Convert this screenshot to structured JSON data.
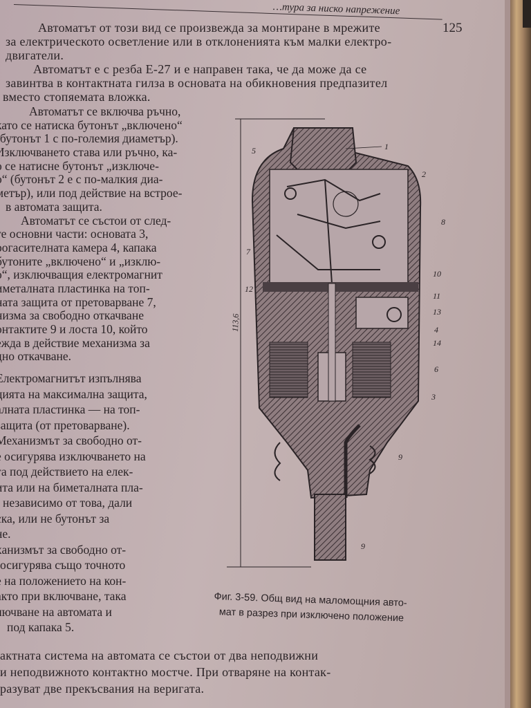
{
  "header": {
    "running_title": "…тура за ниско напрежение",
    "page_number": "125"
  },
  "top_lines": [
    "Автоматът от този вид се произвежда за монтиране в мрежите",
    "за електрическото осветление или в отклоненията към малки електро-",
    "двигатели.",
    "Автоматът е с резба Е-27 и е направен така, че да може да се",
    "завинтва в контактната гилза в основата на обикновения предпазител",
    "вместо стопяемата вложка."
  ],
  "column_lines_a": [
    "Автоматът се включва ръчно,",
    "като се натиска бутонът „включено“",
    "(бутонът 1 с по-големия диаметър).",
    "Изключването става или ръчно, ка-",
    "о се натисне бутонът „изключе-",
    "о“ (бутонът 2 е с по-малкия диа-",
    "метър), или под действие на встрое-",
    "в автомата защита.",
    "Автоматът се състои от след-",
    "те основни части: основата 3,",
    "рогасителната камера 4, капака",
    "бутоните „включено“ и „изклю-",
    "о“, изключващия електромагнит",
    "иметалната пластинка на топ-",
    "ната защита от претоварване 7,",
    "низма за свободно откачване",
    "онтактите 9 и лоста 10, който",
    "ежда в действие механизма за",
    "дно откачване."
  ],
  "column_lines_b": [
    "Електромагнитът изпълнява",
    "цията на максимална защита,",
    "алната пластинка — на топ-",
    "защита (от претоварване).",
    "Механизмът за свободно от-",
    "е осигурява изключването на",
    "та под действието на елек-",
    "ита или на биметалната пла-",
    "независимо от това, дали",
    "ска, или не бутонът за",
    "не.",
    "ханизмът за свободно от-",
    "осигурява също точното",
    "е на положението на кон-",
    "акто при включване, така",
    "лючване на автомата и",
    "под капака 5."
  ],
  "bottom_lines": [
    "актната система на автомата се състои от два неподвижни",
    "и неподвижното контактно мостче. При отваряне на контак-",
    "разуват две прекъсвания на веригата."
  ],
  "figure": {
    "dimension_label": "113,6",
    "labels": [
      "1",
      "2",
      "3",
      "4",
      "5",
      "6",
      "7",
      "8",
      "9",
      "9",
      "10",
      "11",
      "12",
      "13",
      "14"
    ]
  },
  "caption": {
    "line1": "Фиг. 3-59. Общ вид на маломощния авто-",
    "line2": "мат в разрез при изключено положение"
  }
}
